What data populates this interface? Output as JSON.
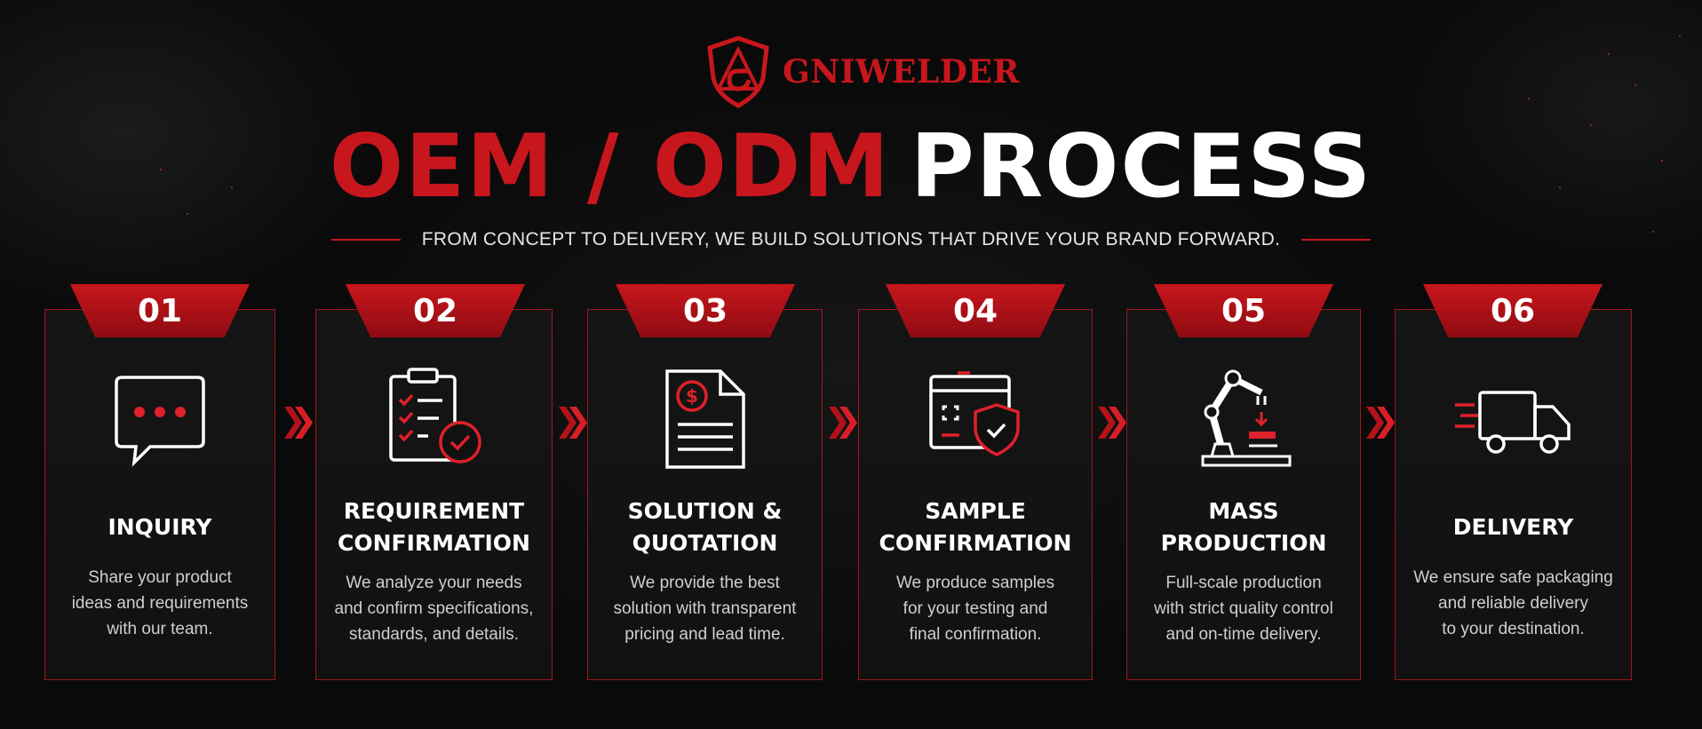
{
  "brand": {
    "name": "GNIWELDER"
  },
  "header": {
    "title_accent": "OEM / ODM",
    "title_main": "PROCESS",
    "subtitle": "FROM CONCEPT TO DELIVERY, WE BUILD SOLUTIONS THAT DRIVE YOUR BRAND FORWARD."
  },
  "colors": {
    "accent": "#c8161d",
    "background": "#0b0b0b",
    "text": "#ffffff"
  },
  "steps": [
    {
      "number": "01",
      "title_line1": "INQUIRY",
      "title_line2": "",
      "desc_line1": "Share your product",
      "desc_line2": "ideas and requirements",
      "desc_line3": "with our team.",
      "icon": "chat-bubble-icon"
    },
    {
      "number": "02",
      "title_line1": "REQUIREMENT",
      "title_line2": "CONFIRMATION",
      "desc_line1": "We analyze your needs",
      "desc_line2": "and confirm specifications,",
      "desc_line3": "standards, and details.",
      "icon": "checklist-clipboard-icon"
    },
    {
      "number": "03",
      "title_line1": "SOLUTION &",
      "title_line2": "QUOTATION",
      "desc_line1": "We provide the best",
      "desc_line2": "solution with transparent",
      "desc_line3": "pricing and lead time.",
      "icon": "quote-document-icon"
    },
    {
      "number": "04",
      "title_line1": "SAMPLE",
      "title_line2": "CONFIRMATION",
      "desc_line1": "We produce samples",
      "desc_line2": "for your testing and",
      "desc_line3": "final confirmation.",
      "icon": "sample-shield-icon"
    },
    {
      "number": "05",
      "title_line1": "MASS",
      "title_line2": "PRODUCTION",
      "desc_line1": "Full-scale production",
      "desc_line2": "with strict quality control",
      "desc_line3": "and on-time delivery.",
      "icon": "robot-arm-icon"
    },
    {
      "number": "06",
      "title_line1": "DELIVERY",
      "title_line2": "",
      "desc_line1": "We ensure safe packaging",
      "desc_line2": "and reliable delivery",
      "desc_line3": "to your destination.",
      "icon": "delivery-truck-icon"
    }
  ]
}
